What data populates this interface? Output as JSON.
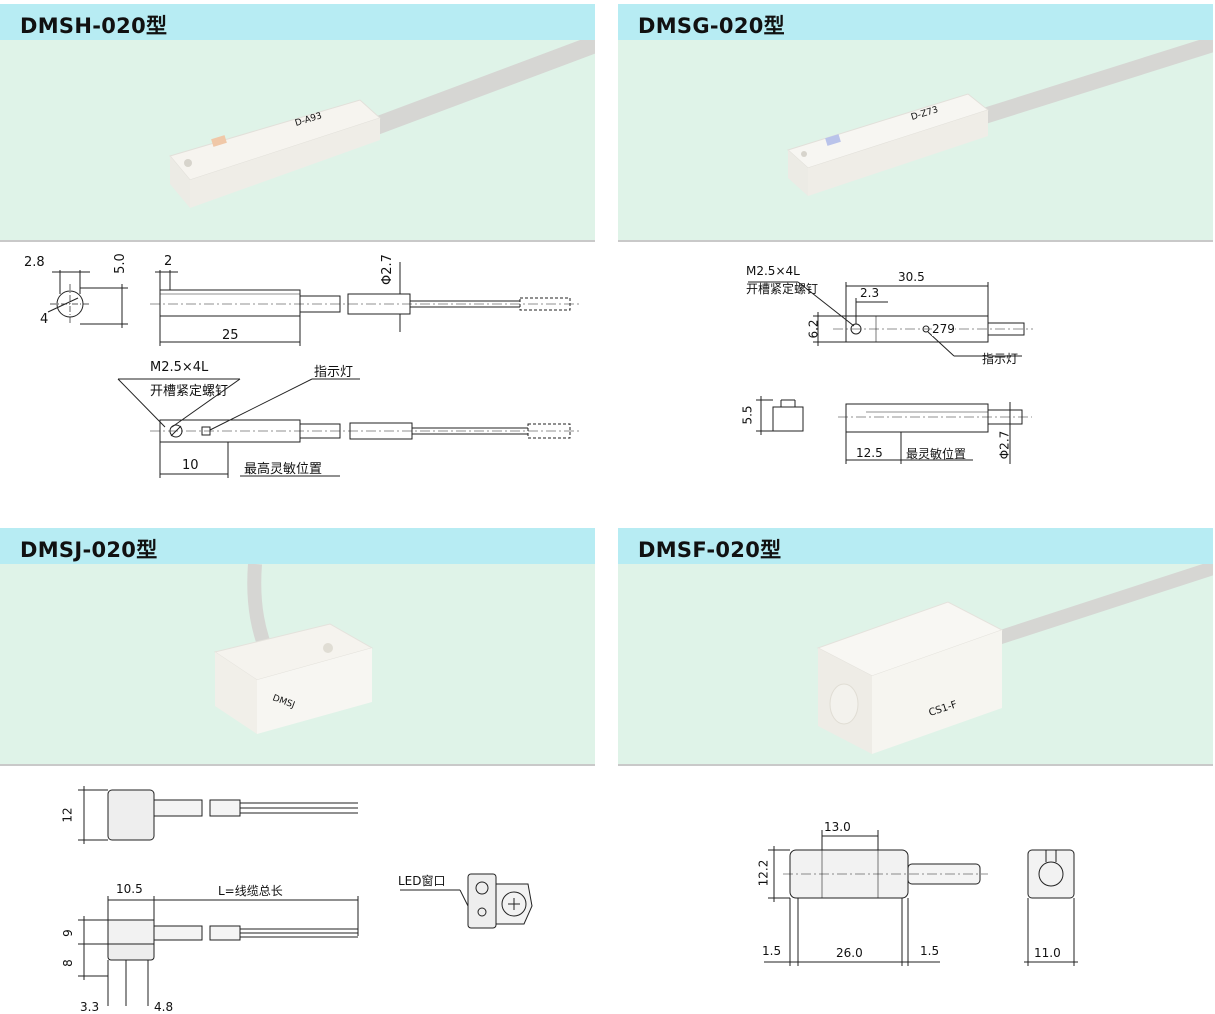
{
  "panels": [
    {
      "title": "DMSH-020型",
      "sensor_label": "D-A93",
      "dims": {
        "d1": "2.8",
        "d2": "5.0",
        "d3": "4",
        "d4": "2",
        "d5": "Φ2.7",
        "d6": "25",
        "d7": "10"
      },
      "labels": {
        "screw": "M2.5×4L",
        "screw_desc": "开槽紧定螺钉",
        "led": "指示灯",
        "sensitive": "最高灵敏位置"
      }
    },
    {
      "title": "DMSG-020型",
      "sensor_label": "D-Z73",
      "dims": {
        "d1": "30.5",
        "d2": "2.3",
        "d3": "6.2",
        "d4": "279",
        "d5": "5.5",
        "d6": "12.5",
        "d7": "Φ2.7"
      },
      "labels": {
        "screw": "M2.5×4L",
        "screw_desc": "开槽紧定螺钉",
        "led": "指示灯",
        "sensitive": "最灵敏位置"
      }
    },
    {
      "title": "DMSJ-020型",
      "sensor_label": "DMSJ",
      "dims": {
        "d1": "12",
        "d2": "10.5",
        "d3": "9",
        "d4": "8",
        "d5": "3.3",
        "d6": "4.8"
      },
      "labels": {
        "cable": "L=线缆总长",
        "led_window": "LED窗口"
      }
    },
    {
      "title": "DMSF-020型",
      "sensor_label": "CS1-F",
      "dims": {
        "d1": "13.0",
        "d2": "12.2",
        "d3": "1.5",
        "d4": "26.0",
        "d5": "1.5",
        "d6": "11.0"
      }
    }
  ],
  "colors": {
    "title_bar": "#b7ecf3",
    "photo_bg": "#dff3e8",
    "sensor_body": "#f5f3ee",
    "cable": "#d9d9d6"
  }
}
